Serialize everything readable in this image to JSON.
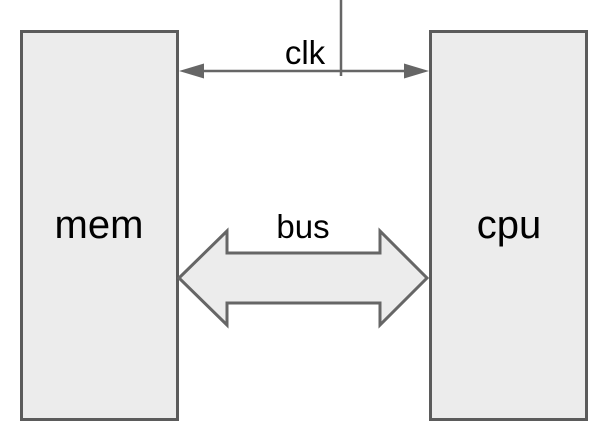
{
  "diagram": {
    "nodes": [
      {
        "id": "mem",
        "label": "mem"
      },
      {
        "id": "cpu",
        "label": "cpu"
      }
    ],
    "connectors": [
      {
        "id": "clk",
        "label": "clk",
        "type": "thin-double-headed-arrow",
        "from": "mem",
        "to": "cpu"
      },
      {
        "id": "bus",
        "label": "bus",
        "type": "block-double-headed-arrow",
        "from": "mem",
        "to": "cpu"
      }
    ],
    "colors": {
      "background": "#ffffff",
      "shape_fill": "#ececec",
      "shape_stroke": "#5b5b5b",
      "connector_stroke": "#666666",
      "label_text": "#000000"
    }
  }
}
